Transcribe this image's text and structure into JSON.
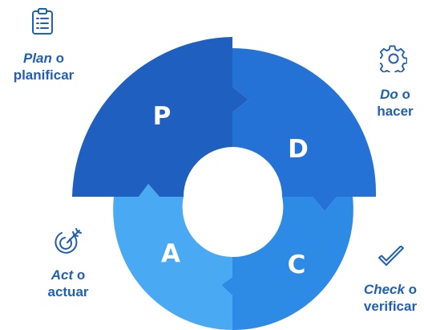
{
  "stages": [
    {
      "id": "plan",
      "letter": "P",
      "term": "Plan",
      "connector": " o",
      "translation": "planificar",
      "icon": "clipboard-list-icon"
    },
    {
      "id": "do",
      "letter": "D",
      "term": "Do",
      "connector": " o",
      "translation": "hacer",
      "icon": "gear-icon"
    },
    {
      "id": "check",
      "letter": "C",
      "term": "Check",
      "connector": " o",
      "translation": "verificar",
      "icon": "checkmark-icon"
    },
    {
      "id": "act",
      "letter": "A",
      "term": "Act",
      "connector": " o",
      "translation": "actuar",
      "icon": "target-icon"
    }
  ],
  "colors": {
    "plan": "#1e5fc0",
    "do": "#2472d6",
    "check": "#2d8be6",
    "act": "#49a9f2",
    "text": "#1f5fb7"
  }
}
